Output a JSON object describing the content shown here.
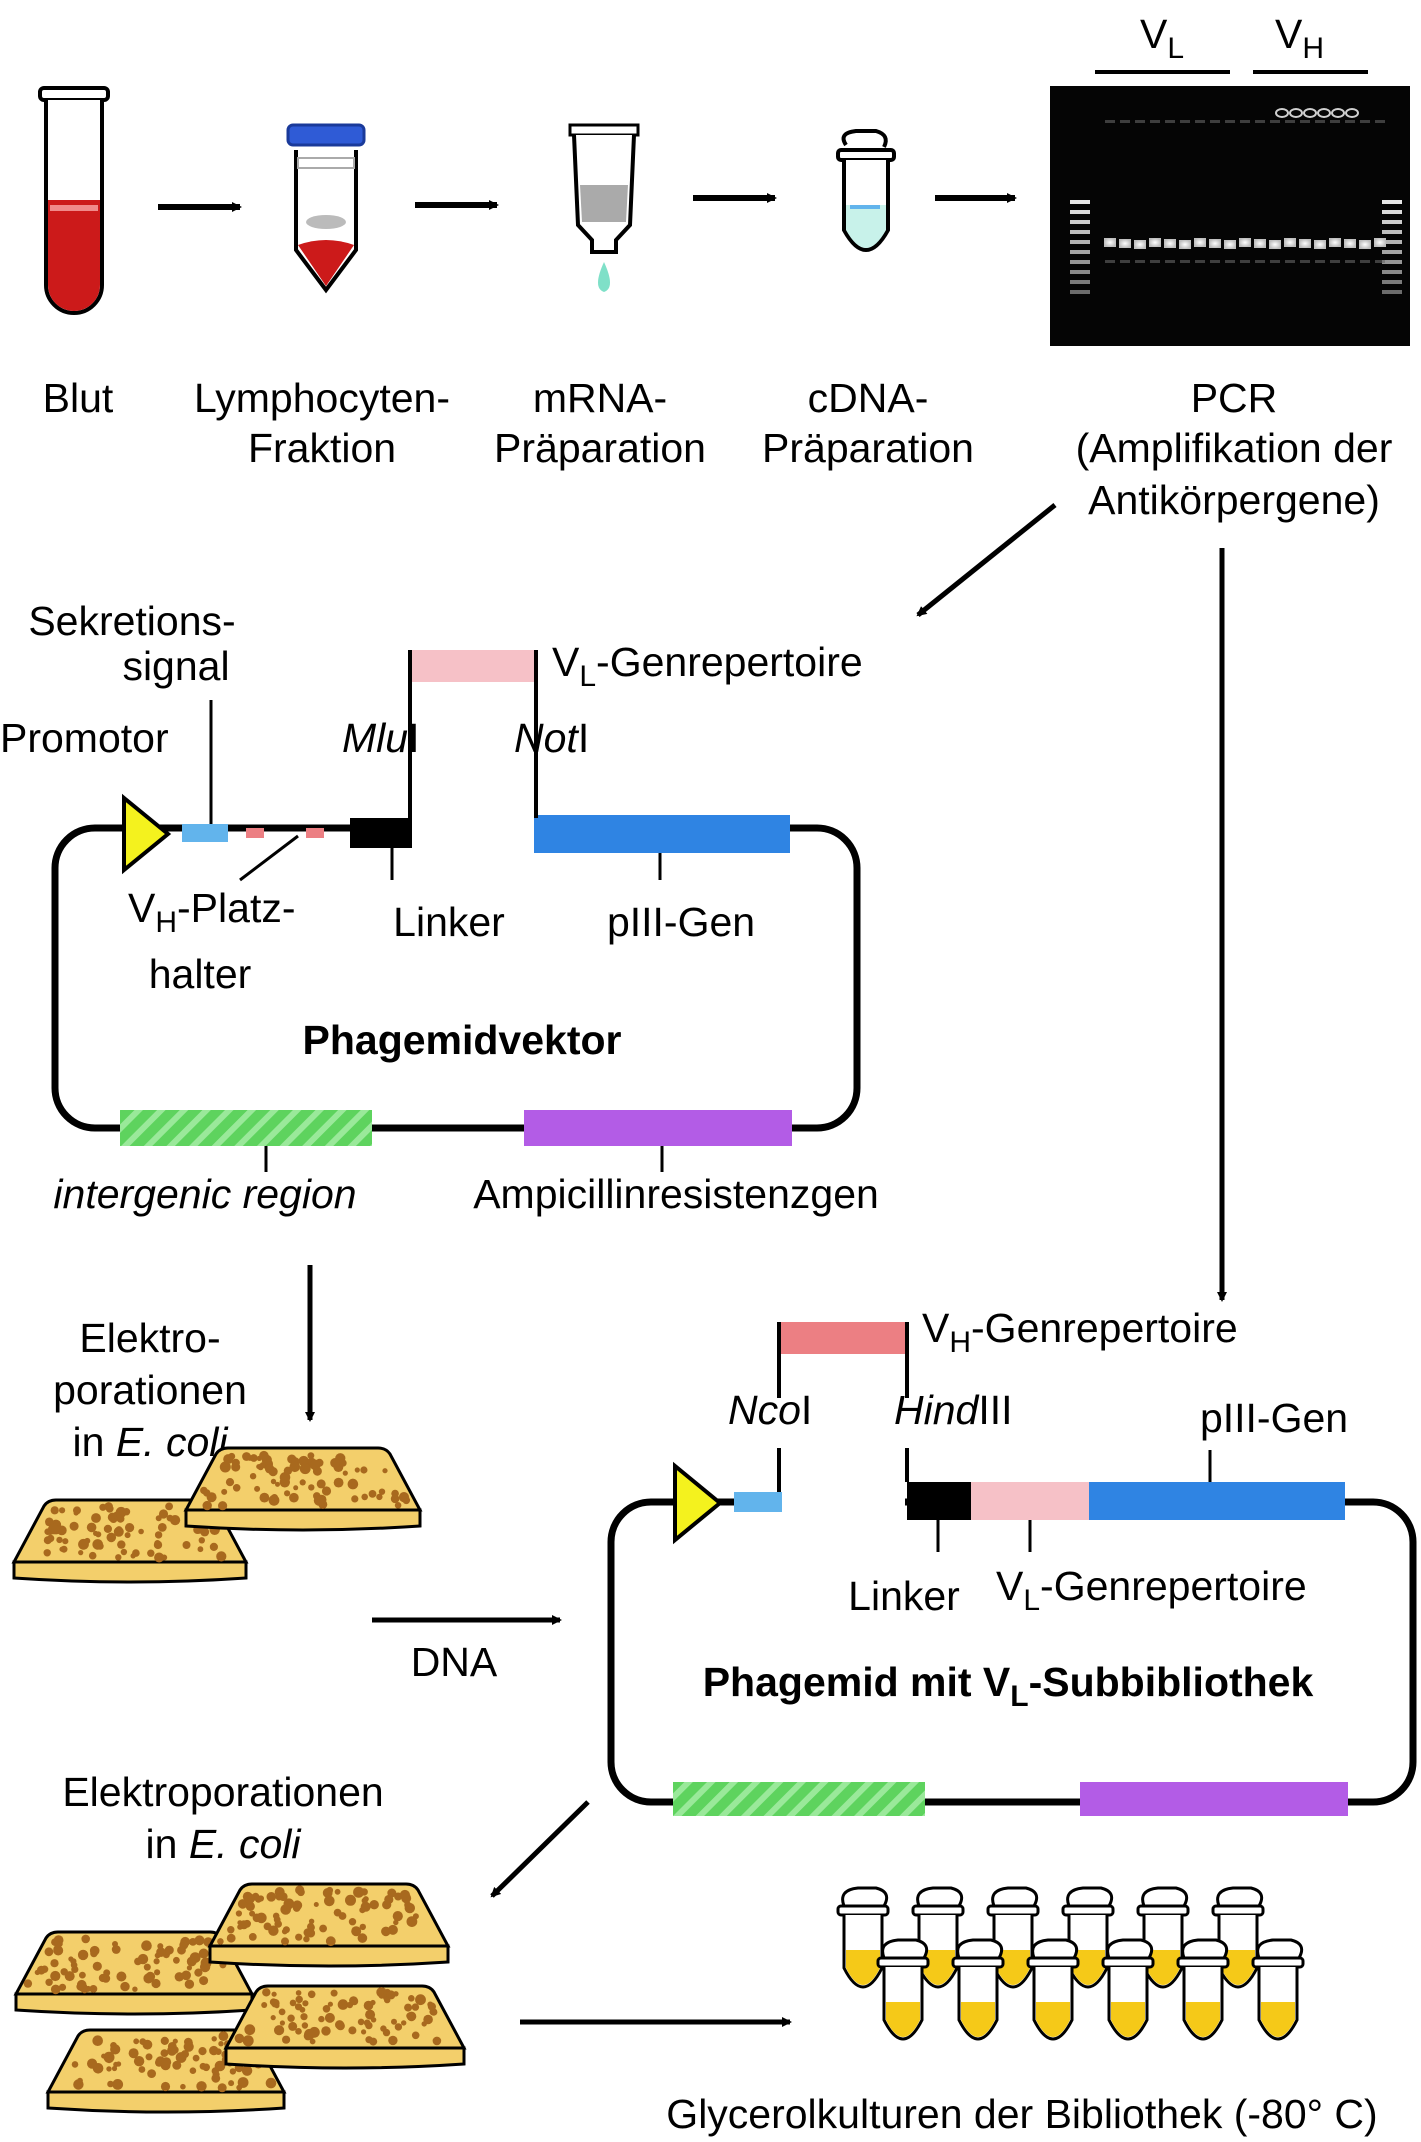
{
  "gel": {
    "label_vl_main": "V",
    "label_vl_sub": "L",
    "label_vh_main": "V",
    "label_vh_sub": "H"
  },
  "steps": {
    "blut": "Blut",
    "lymph_1": "Lymphocyten-",
    "lymph_2": "Fraktion",
    "mrna_1": "mRNA-",
    "mrna_2": "Präparation",
    "cdna_1": "cDNA-",
    "cdna_2": "Präparation",
    "pcr_1": "PCR",
    "pcr_2": "(Amplifikation der",
    "pcr_3": "Antikörpergene)"
  },
  "vector1": {
    "sekretion_1": "Sekretions-",
    "sekretion_2": "signal",
    "promotor": "Promotor",
    "mlu_italic": "Mlu",
    "mlu_rest": "I",
    "not_italic": "Not",
    "not_rest": "I",
    "vl_main": "V",
    "vl_sub": "L",
    "vl_rest": "-Genrepertoire",
    "vh_main": "V",
    "vh_sub": "H",
    "vh_rest": "-Platz-",
    "vh_2": "halter",
    "linker": "Linker",
    "piii": "pIII-Gen",
    "title": "Phagemidvektor",
    "intergenic": "intergenic region",
    "ampicillin": "Ampicillinresistenzgen"
  },
  "electro1": {
    "line1": "Elektro-",
    "line2": "porationen",
    "line3_pre": "in ",
    "line3_ital": "E. coli"
  },
  "dna": "DNA",
  "vector2": {
    "vh_main": "V",
    "vh_sub": "H",
    "vh_rest": "-Genrepertoire",
    "nco_italic": "Nco",
    "nco_rest": "I",
    "hind_italic": "Hind",
    "hind_rest": "III",
    "piii": "pIII-Gen",
    "linker": "Linker",
    "vl_main": "V",
    "vl_sub": "L",
    "vl_rest": "-Genrepertoire",
    "title_pre": "Phagemid mit V",
    "title_sub": "L",
    "title_post": "-Subbibliothek"
  },
  "electro2": {
    "line1": "Elektroporationen",
    "line2_pre": "in ",
    "line2_ital": "E. coli"
  },
  "glycerol": "Glycerolkulturen der Bibliothek (-80° C)",
  "colors": {
    "blood": "#cc1a1a",
    "cap_blue": "#2f5bd6",
    "liquid_cyan": "#7fe0c8",
    "sekretion": "#62b4ec",
    "vl_pink": "#f6c1c7",
    "vh_red": "#ec7f83",
    "piii_blue": "#2f84e3",
    "intergenic_green": "#5ed35e",
    "amp_purple": "#b35ce6",
    "promotor_yellow": "#f4f21e",
    "agar": "#f3cf6b",
    "colony": "#a8691e",
    "glycerol": "#f5c918"
  }
}
